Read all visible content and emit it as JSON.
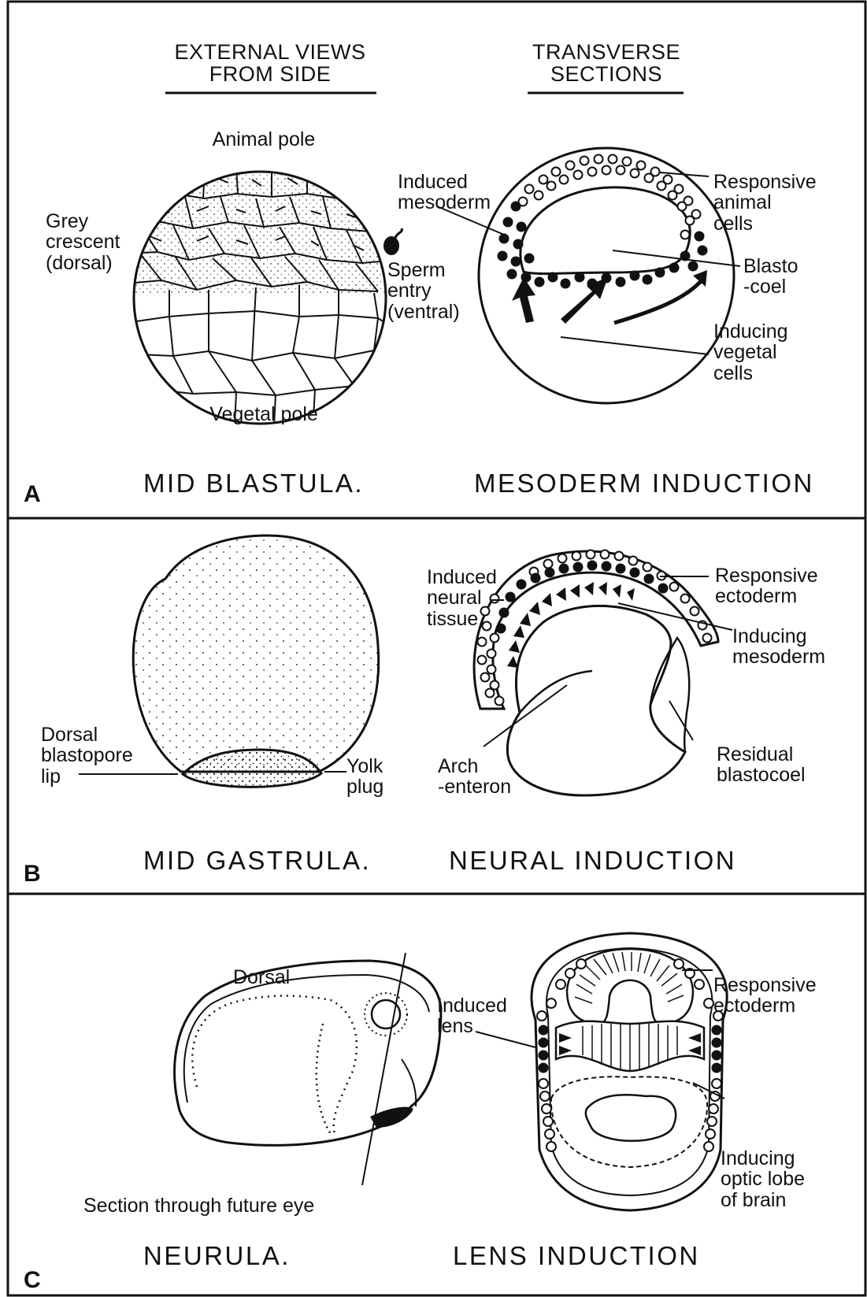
{
  "headers": {
    "external": "EXTERNAL VIEWS\nFROM SIDE",
    "transverse": "TRANSVERSE\nSECTIONS"
  },
  "panels": [
    {
      "letter": "A",
      "left_caption": "MID BLASTULA.",
      "right_caption": "MESODERM INDUCTION",
      "left_labels": {
        "animal_pole": "Animal pole",
        "grey_crescent": "Grey\ncrescent\n(dorsal)",
        "sperm_entry": "Sperm\nentry\n(ventral)",
        "vegetal_pole": "Vegetal pole"
      },
      "right_labels": {
        "induced": "Induced\nmesoderm",
        "responsive": "Responsive\nanimal\ncells",
        "blastocoel": "Blasto\n-coel",
        "inducing": "Inducing\nvegetal\ncells"
      }
    },
    {
      "letter": "B",
      "left_caption": "MID GASTRULA.",
      "right_caption": "NEURAL INDUCTION",
      "left_labels": {
        "dorsal_lip": "Dorsal\nblastopore\nlip",
        "yolk_plug": "Yolk\nplug"
      },
      "right_labels": {
        "induced": "Induced\nneural\ntissue",
        "responsive": "Responsive\nectoderm",
        "inducing": "Inducing\nmesoderm",
        "archenteron": "Arch\n-enteron",
        "residual": "Residual\nblastocoel"
      }
    },
    {
      "letter": "C",
      "left_caption": "NEURULA.",
      "right_caption": "LENS INDUCTION",
      "left_labels": {
        "dorsal": "Dorsal",
        "section": "Section through future eye"
      },
      "right_labels": {
        "induced": "Induced\nlens",
        "responsive": "Responsive\nectoderm",
        "inducing": "Inducing\noptic lobe\nof brain"
      }
    }
  ]
}
